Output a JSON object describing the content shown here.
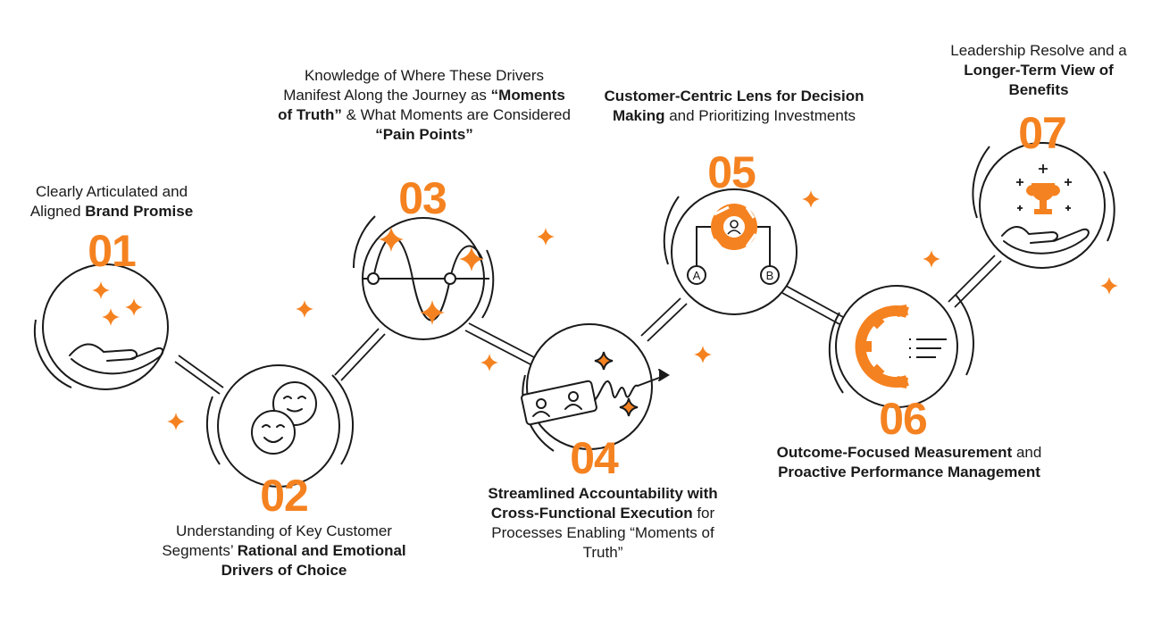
{
  "accent_color": "#f58220",
  "line_color": "#1a1a1a",
  "steps": [
    {
      "number": "01",
      "icon": "hand-with-sparkles-icon",
      "caption": {
        "pre": "Clearly Articulated and Aligned ",
        "bold": "Brand Promise",
        "post": ""
      }
    },
    {
      "number": "02",
      "icon": "happy-and-content-faces-icon",
      "caption": {
        "pre": "Understanding of Key Customer Segments’ ",
        "bold": "Rational and Emotional Drivers of Choice",
        "post": ""
      }
    },
    {
      "number": "03",
      "icon": "wave-journey-icon",
      "caption": {
        "pre": "Knowledge of Where These Drivers Manifest Along the Journey as ",
        "bold": "“Moments of Truth”",
        "mid": " & What Moments are Considered ",
        "bold2": "“Pain Points”",
        "post": ""
      }
    },
    {
      "number": "04",
      "icon": "team-arrow-icon",
      "caption": {
        "pre": "",
        "bold": "Streamlined Accountability with Cross-Functional Execution",
        "post": " for Processes Enabling “Moments of Truth”"
      }
    },
    {
      "number": "05",
      "icon": "customer-lens-ab-icon",
      "caption": {
        "pre": "",
        "bold": "Customer-Centric Lens for Decision Making",
        "post": " and Prioritizing Investments"
      }
    },
    {
      "number": "06",
      "icon": "gear-with-list-icon",
      "caption": {
        "pre": "",
        "bold": "Outcome-Focused Measurement",
        "post": " and ",
        "bold2": "Proactive Performance Management"
      }
    },
    {
      "number": "07",
      "icon": "hand-with-trophy-icon",
      "caption": {
        "pre": "Leadership Resolve and a ",
        "bold": "Longer-Term View of Benefits",
        "post": ""
      }
    }
  ]
}
